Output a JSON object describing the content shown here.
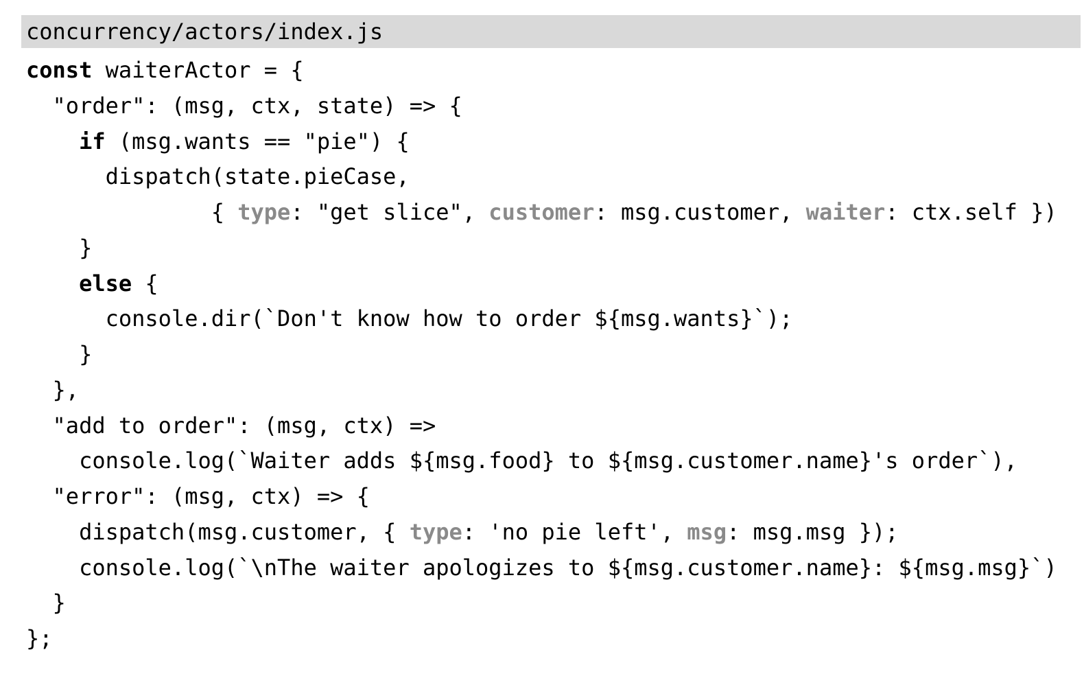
{
  "header": {
    "filename": "concurrency/actors/index.js"
  },
  "colors": {
    "background": "#ffffff",
    "header_bg": "#d9d9d9",
    "code_text": "#000000",
    "keyword_text": "#000000",
    "object_key_text": "#8a8a8a"
  },
  "code": {
    "language": "javascript",
    "lines": [
      [
        {
          "t": "const",
          "s": "kw"
        },
        {
          "t": " waiterActor = {",
          "s": "p"
        }
      ],
      [
        {
          "t": "  \"order\": (msg, ctx, state) => {",
          "s": "p"
        }
      ],
      [
        {
          "t": "    ",
          "s": "p"
        },
        {
          "t": "if",
          "s": "kw"
        },
        {
          "t": " (msg.wants == \"pie\") {",
          "s": "p"
        }
      ],
      [
        {
          "t": "      dispatch(state.pieCase,",
          "s": "p"
        }
      ],
      [
        {
          "t": "              { ",
          "s": "p"
        },
        {
          "t": "type",
          "s": "key"
        },
        {
          "t": ": \"get slice\", ",
          "s": "p"
        },
        {
          "t": "customer",
          "s": "key"
        },
        {
          "t": ": msg.customer, ",
          "s": "p"
        },
        {
          "t": "waiter",
          "s": "key"
        },
        {
          "t": ": ctx.self })",
          "s": "p"
        }
      ],
      [
        {
          "t": "    }",
          "s": "p"
        }
      ],
      [
        {
          "t": "    ",
          "s": "p"
        },
        {
          "t": "else",
          "s": "kw"
        },
        {
          "t": " {",
          "s": "p"
        }
      ],
      [
        {
          "t": "      console.dir(`Don't know how to order ${msg.wants}`);",
          "s": "p"
        }
      ],
      [
        {
          "t": "    }",
          "s": "p"
        }
      ],
      [
        {
          "t": "  },",
          "s": "p"
        }
      ],
      [
        {
          "t": "  \"add to order\": (msg, ctx) =>",
          "s": "p"
        }
      ],
      [
        {
          "t": "    console.log(`Waiter adds ${msg.food} to ${msg.customer.name}'s order`),",
          "s": "p"
        }
      ],
      [
        {
          "t": "  \"error\": (msg, ctx) => {",
          "s": "p"
        }
      ],
      [
        {
          "t": "    dispatch(msg.customer, { ",
          "s": "p"
        },
        {
          "t": "type",
          "s": "key"
        },
        {
          "t": ": 'no pie left', ",
          "s": "p"
        },
        {
          "t": "msg",
          "s": "key"
        },
        {
          "t": ": msg.msg });",
          "s": "p"
        }
      ],
      [
        {
          "t": "    console.log(`\\nThe waiter apologizes to ${msg.customer.name}: ${msg.msg}`)",
          "s": "p"
        }
      ],
      [
        {
          "t": "  }",
          "s": "p"
        }
      ],
      [
        {
          "t": "};",
          "s": "p"
        }
      ]
    ]
  }
}
